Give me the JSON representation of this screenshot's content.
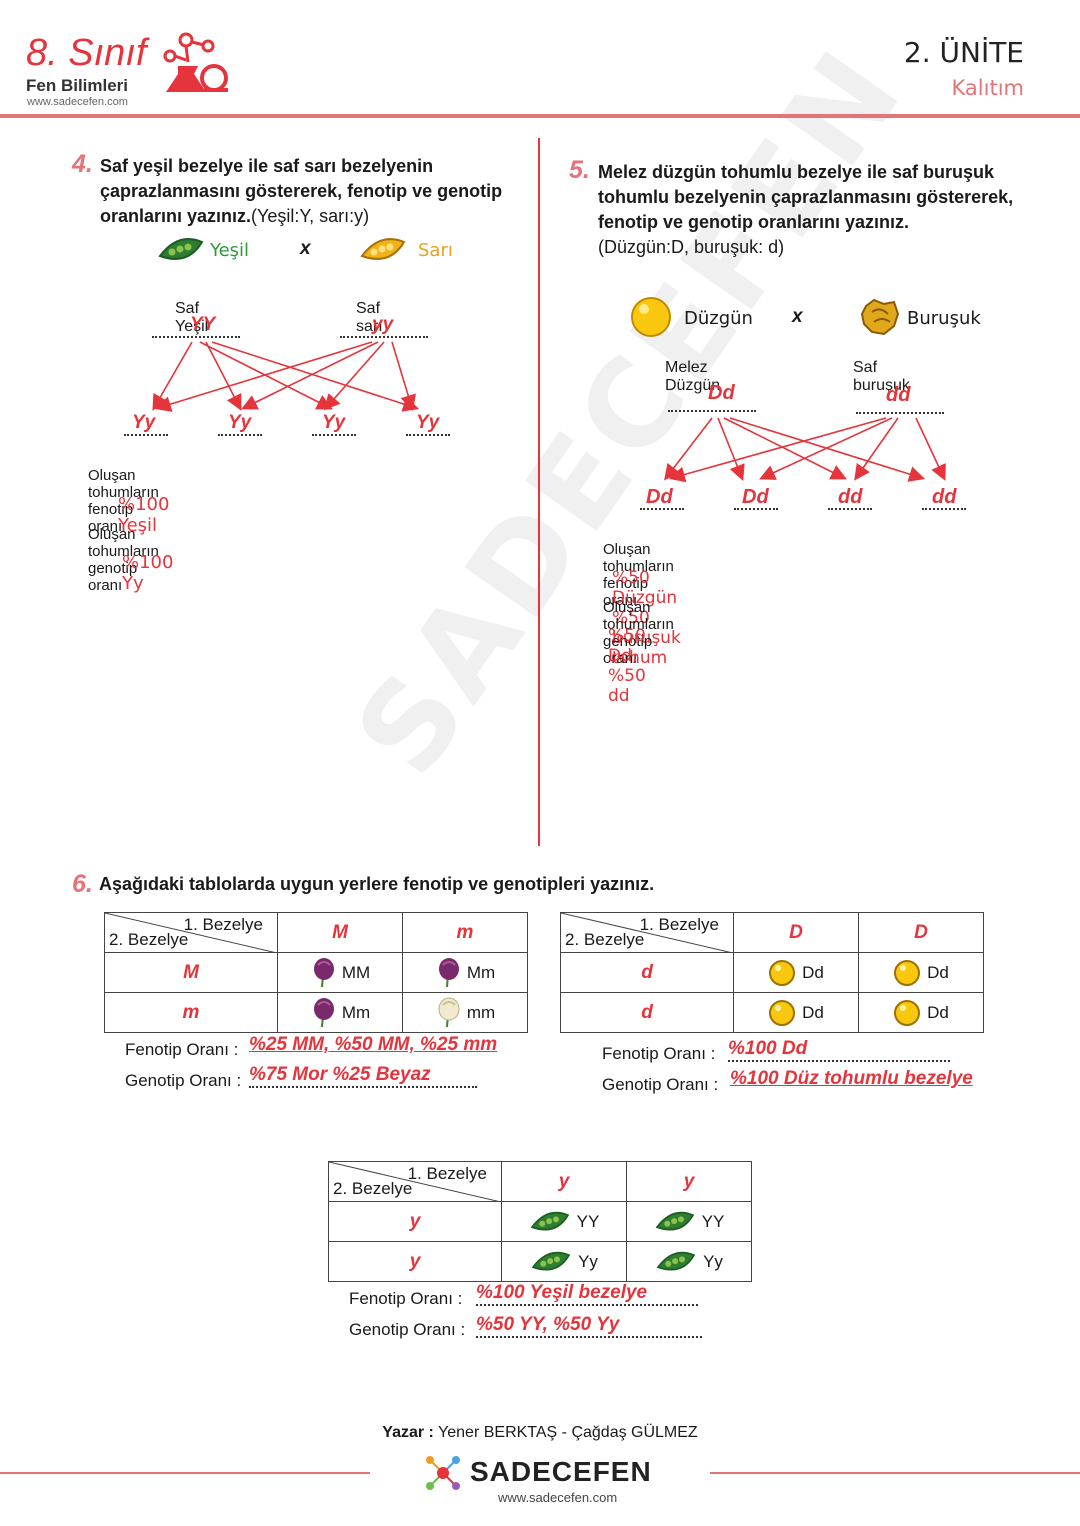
{
  "header": {
    "grade": "8. Sınıf",
    "subject": "Fen Bilimleri",
    "website": "www.sadecefen.com",
    "unit": "2. ÜNİTE",
    "topic": "Kalıtım"
  },
  "q4": {
    "number": "4.",
    "text_bold": "Saf yeşil bezelye ile saf sarı bezelyenin çaprazlanmasını göstererek, fenotip ve genotip oranlarını yazınız.",
    "text_note": "(Yeşil:Y, sarı:y)",
    "green_label": "Yeşil",
    "cross": "x",
    "yellow_label": "Sarı",
    "parent1_label": "Saf Yeşil",
    "parent1_answer": "YY",
    "parent2_label": "Saf sarı",
    "parent2_answer": "yy",
    "offspring": [
      "Yy",
      "Yy",
      "Yy",
      "Yy"
    ],
    "phenotype_label": "Oluşan tohumların fenotip oranı",
    "phenotype_answer": "%100 Yeşil",
    "genotype_label": "Oluşan tohumların genotip oranı",
    "genotype_answer": "%100 Yy"
  },
  "q5": {
    "number": "5.",
    "text_bold": "Melez düzgün tohumlu bezelye ile saf buruşuk tohumlu bezelyenin çaprazlanmasını göstererek, fenotip ve genotip oranlarını yazınız.",
    "text_note": "(Düzgün:D, buruşuk: d)",
    "smooth_label": "Düzgün",
    "cross": "x",
    "wrinkled_label": "Buruşuk",
    "parent1_label": "Melez Düzgün",
    "parent1_answer": "Dd",
    "parent2_label": "Saf buruşuk",
    "parent2_answer": "dd",
    "offspring": [
      "Dd",
      "Dd",
      "dd",
      "dd"
    ],
    "phenotype_label": "Oluşan tohumların fenotip oranı",
    "phenotype_answer": "%50 Düzgün %50 buruşuk tohum",
    "genotype_label": "Oluşan tohumların genotip oranı",
    "genotype_answer": "%50 Dd, %50 dd"
  },
  "q6": {
    "number": "6.",
    "text": "Aşağıdaki tablolarda uygun yerlere fenotip ve genotipleri yazınız.",
    "corner_top": "1. Bezelye",
    "corner_bottom": "2. Bezelye",
    "fenotip_label": "Fenotip Oranı :",
    "genotip_label": "Genotip Oranı :",
    "table1": {
      "cols": [
        "M",
        "m"
      ],
      "rows": [
        "M",
        "m"
      ],
      "cells": [
        [
          "MM",
          "Mm"
        ],
        [
          "Mm",
          "mm"
        ]
      ],
      "fenotip_answer": "%25 MM, %50 MM, %25 mm",
      "genotip_answer": "%75 Mor %25 Beyaz"
    },
    "table2": {
      "cols": [
        "D",
        "D"
      ],
      "rows": [
        "d",
        "d"
      ],
      "cells": [
        [
          "Dd",
          "Dd"
        ],
        [
          "Dd",
          "Dd"
        ]
      ],
      "fenotip_answer": "%100 Dd",
      "genotip_answer": "%100 Düz tohumlu bezelye"
    },
    "table3": {
      "cols": [
        "y",
        "y"
      ],
      "rows": [
        "y",
        "y"
      ],
      "cells": [
        [
          "YY",
          "YY"
        ],
        [
          "Yy",
          "Yy"
        ]
      ],
      "fenotip_answer": "%100 Yeşil bezelye",
      "genotip_answer": "%50 YY, %50 Yy"
    }
  },
  "footer": {
    "author_label": "Yazar :",
    "authors": "Yener BERKTAŞ - Çağdaş GÜLMEZ",
    "brand": "SADECEFEN",
    "website": "www.sadecefen.com"
  },
  "watermark": "SADECEFEN",
  "colors": {
    "accent": "#e5343b",
    "green": "#2e9b3a",
    "yellow": "#e6a21a"
  }
}
